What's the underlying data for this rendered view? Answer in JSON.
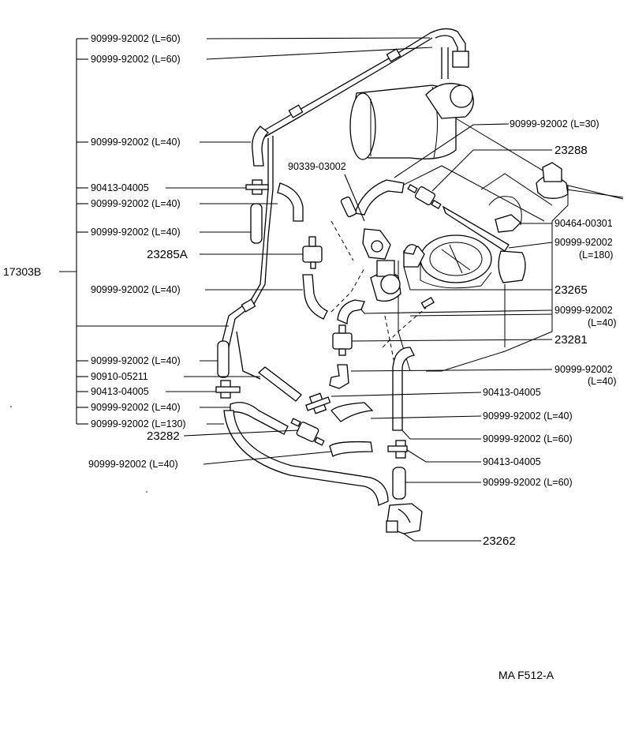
{
  "group_number": "17303B",
  "callouts": [
    {
      "text": "90999-92002 (L=60)"
    },
    {
      "text": "90999-92002 (L=60)"
    },
    {
      "text": "90999-92002 (L=30)"
    },
    {
      "text": "90999-92002 (L=40)"
    },
    {
      "text": "23288"
    },
    {
      "text": "90339-03002"
    },
    {
      "text": "90413-04005"
    },
    {
      "text": "90999-92002 (L=40)"
    },
    {
      "text": "90464-00301"
    },
    {
      "text": "90999-92002 (L=40)"
    },
    {
      "text": "90999-92002"
    },
    {
      "text": "(L=180)"
    },
    {
      "text": "23285A"
    },
    {
      "text": "23265"
    },
    {
      "text": "90999-92002 (L=40)"
    },
    {
      "text": "90999-92002"
    },
    {
      "text": "(L=40)"
    },
    {
      "text": "23281"
    },
    {
      "text": "90999-92002 (L=40)"
    },
    {
      "text": "90999-92002"
    },
    {
      "text": "(L=40)"
    },
    {
      "text": "90910-05211"
    },
    {
      "text": "90413-04005"
    },
    {
      "text": "90413-04005"
    },
    {
      "text": "90999-92002 (L=40)"
    },
    {
      "text": "90999-92002 (L=40)"
    },
    {
      "text": "90999-92002 (L=130)"
    },
    {
      "text": "90999-92002 (L=60)"
    },
    {
      "text": "23282"
    },
    {
      "text": "90413-04005"
    },
    {
      "text": "90999-92002 (L=40)"
    },
    {
      "text": "90999-92002 (L=60)"
    },
    {
      "text": "23262"
    }
  ],
  "diagram_code": "MA  F512-A"
}
